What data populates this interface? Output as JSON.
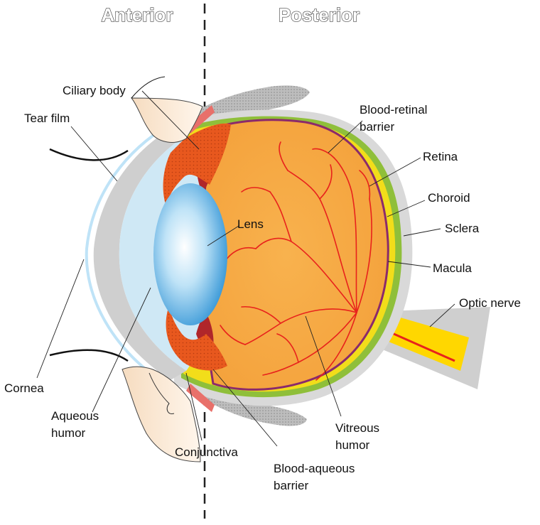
{
  "headers": {
    "left": "Anterior",
    "right": "Posterior"
  },
  "labels": {
    "ciliary_body": "Ciliary body",
    "tear_film": "Tear film",
    "lens": "Lens",
    "cornea": "Cornea",
    "aqueous_humor_1": "Aqueous",
    "aqueous_humor_2": "humor",
    "conjunctiva": "Conjunctiva",
    "blood_aqueous_1": "Blood-aqueous",
    "blood_aqueous_2": "barrier",
    "vitreous_1": "Vitreous",
    "vitreous_2": "humor",
    "blood_retinal_1": "Blood-retinal",
    "blood_retinal_2": "barrier",
    "retina": "Retina",
    "choroid": "Choroid",
    "sclera": "Sclera",
    "macula": "Macula",
    "optic_nerve": "Optic nerve"
  },
  "colors": {
    "vitreous": "#f5a742",
    "retina": "#8b2a6b",
    "choroid": "#f2dd1a",
    "choroid_outer": "#8fbf3a",
    "sclera": "#d9d9d9",
    "cornea": "#cfe8f5",
    "lens": "#4aa8e0",
    "ciliary": "#e8581e",
    "muscle": "#b0262a",
    "vessels": "#e8221c",
    "optic_nerve": "#ffd700",
    "eyelid": "#f8e2c8"
  }
}
